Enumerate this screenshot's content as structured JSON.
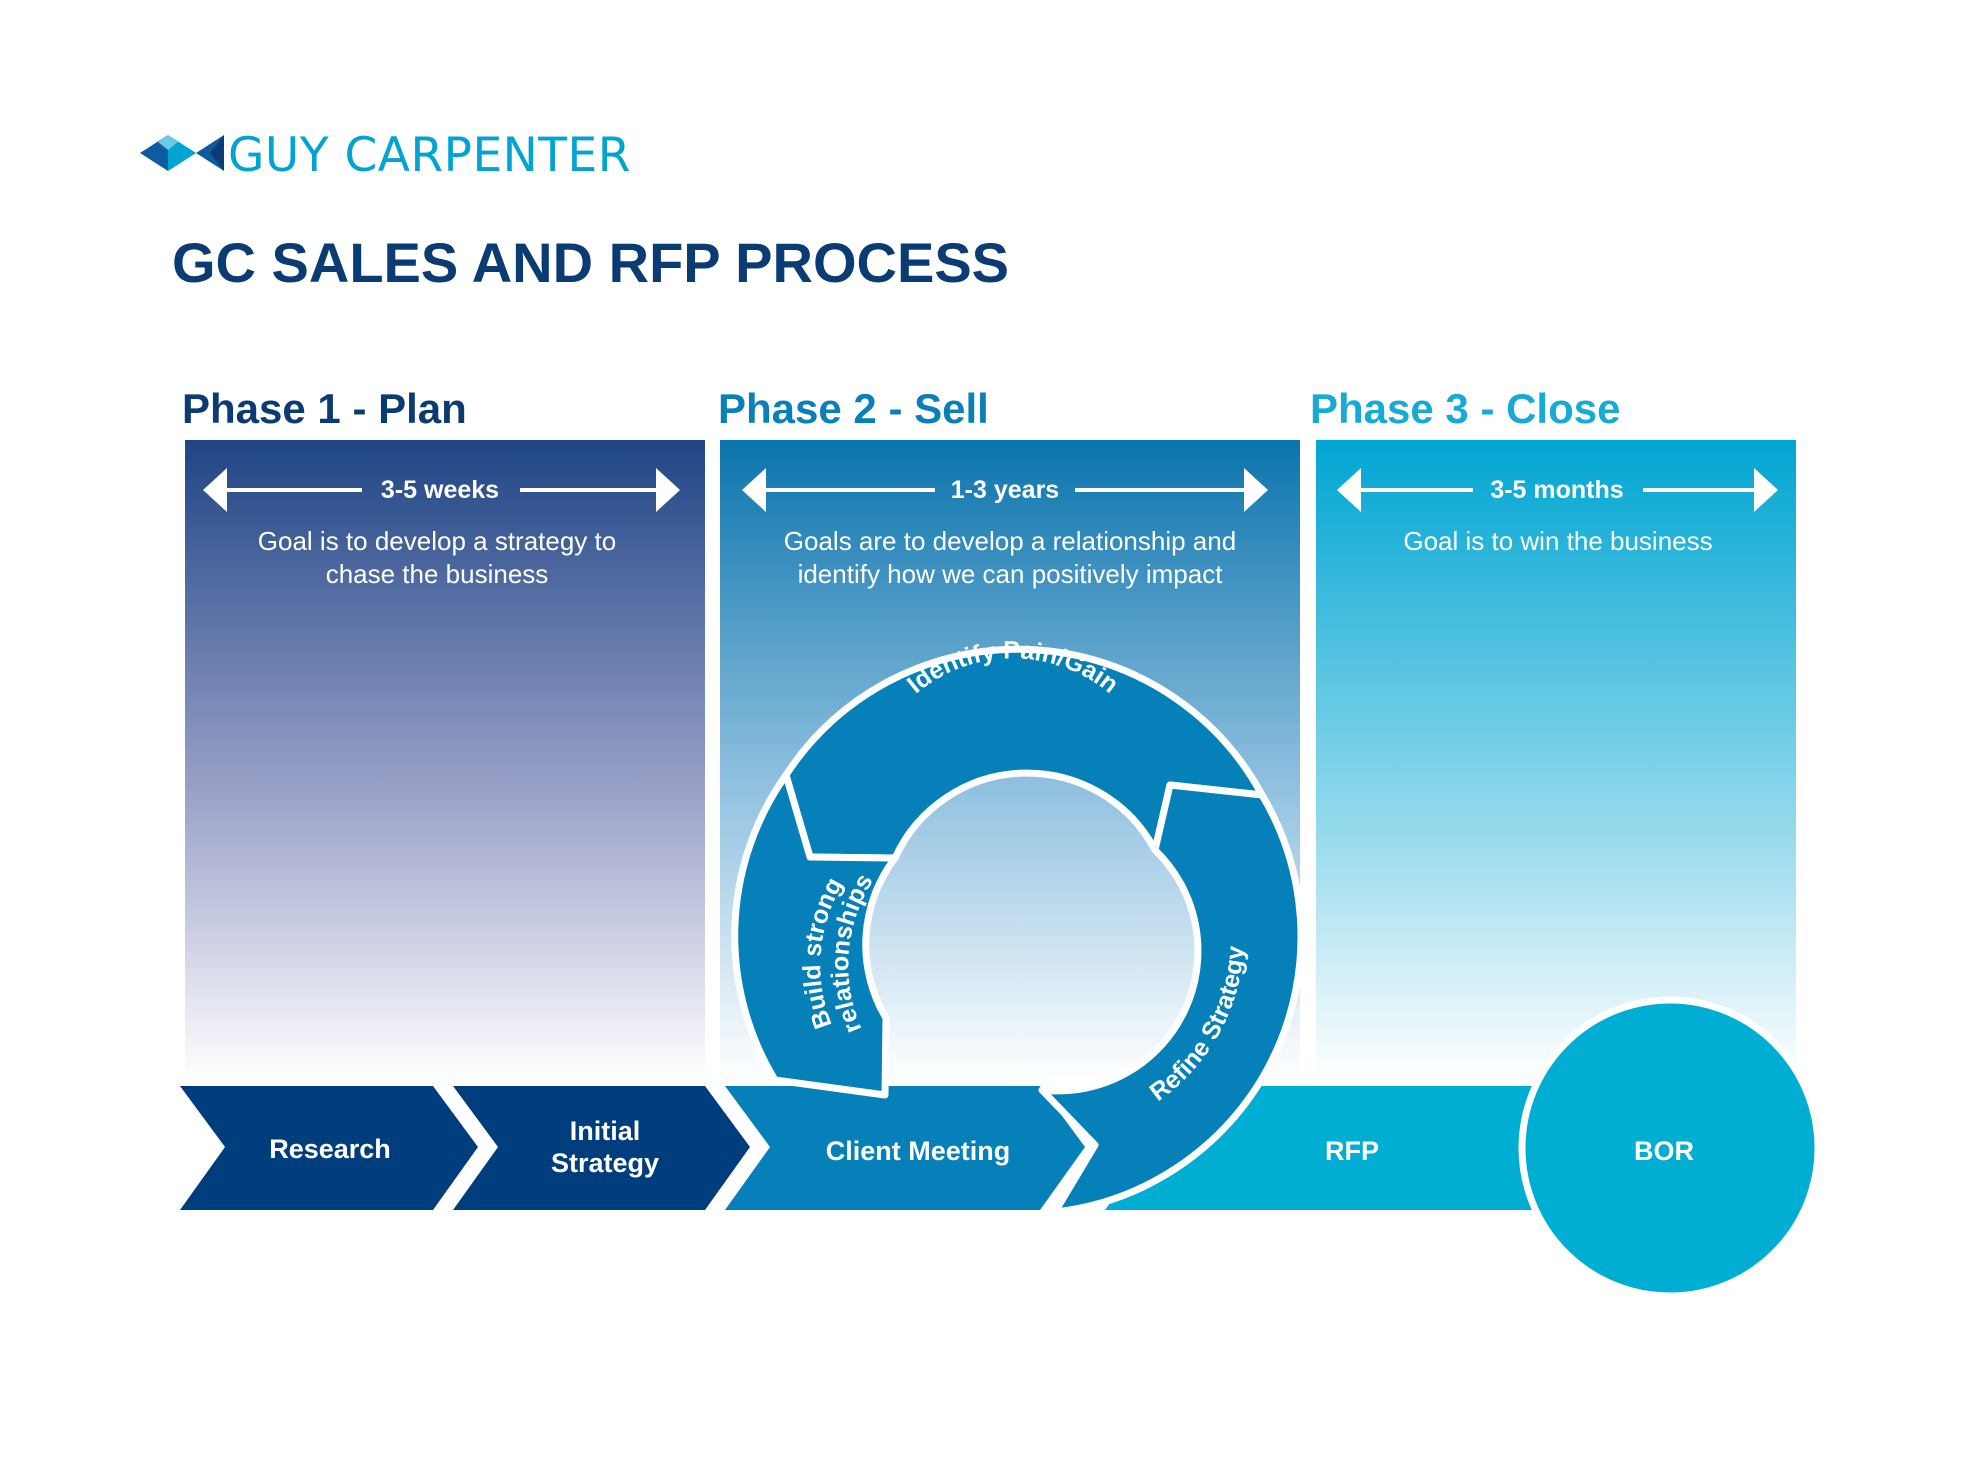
{
  "logo": {
    "text": "GUY CARPENTER"
  },
  "page": {
    "title": "GC SALES AND RFP PROCESS"
  },
  "colors": {
    "dark_navy": "#003d7c",
    "mid_blue": "#0580b8",
    "cyan": "#00aed4",
    "title_navy": "#0b3b73"
  },
  "phases": [
    {
      "title": "Phase 1 - Plan",
      "duration": "3-5 weeks",
      "goal": [
        "Goal is to develop a strategy to",
        "chase the business"
      ]
    },
    {
      "title": "Phase 2 - Sell",
      "duration": "1-3 years",
      "goal": [
        "Goals are to develop a relationship and",
        "identify how we can positively impact"
      ]
    },
    {
      "title": "Phase 3 - Close",
      "duration": "3-5 months",
      "goal": [
        "Goal is to win the business"
      ]
    }
  ],
  "steps": [
    {
      "label": [
        "Research"
      ]
    },
    {
      "label": [
        "Initial",
        "Strategy"
      ]
    },
    {
      "label": [
        "Client Meeting"
      ]
    },
    {
      "label": [
        "RFP"
      ]
    },
    {
      "label": [
        "BOR"
      ]
    }
  ],
  "cycle": {
    "top": "Identify Pain/Gain",
    "left": [
      "Build strong",
      "relationships"
    ],
    "right": "Refine Strategy"
  }
}
